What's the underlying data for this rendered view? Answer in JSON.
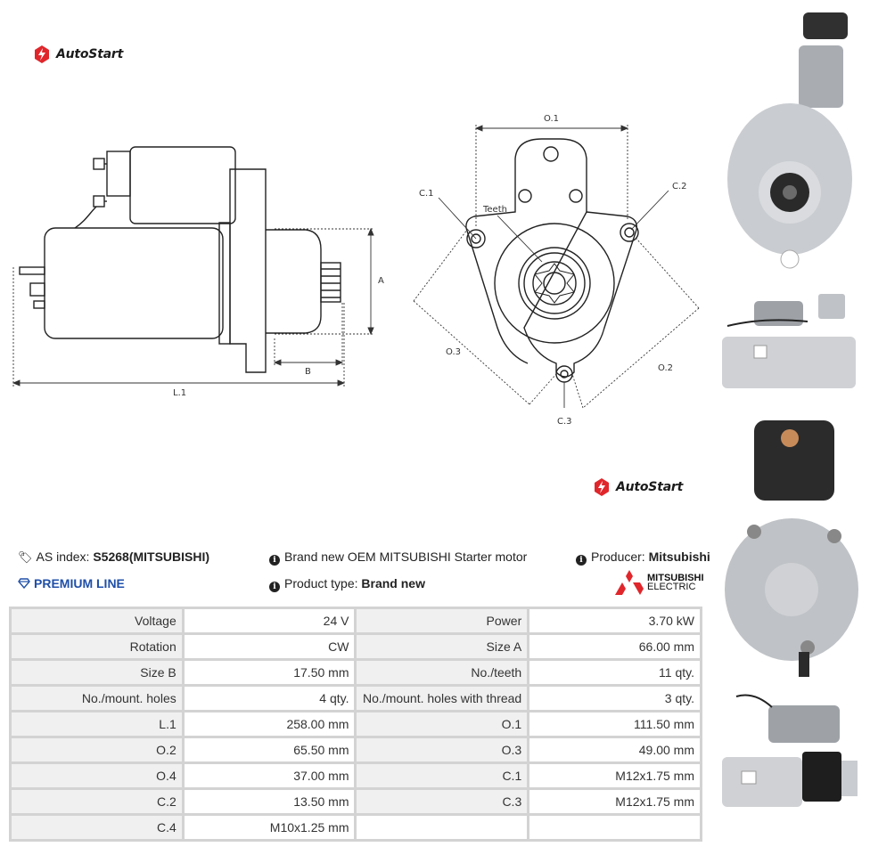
{
  "brand": {
    "logo_text": "AutoStart",
    "logo_text_bottom": "AutoStart"
  },
  "diagram_labels": {
    "a": "A",
    "b": "B",
    "l1": "L.1",
    "o1": "O.1",
    "o2": "O.2",
    "o3": "O.3",
    "c1": "C.1",
    "c2": "C.2",
    "c3": "C.3",
    "teeth": "Teeth"
  },
  "info": {
    "as_index_label": "AS index:",
    "as_index_value": "S5268(MITSUBISHI)",
    "description": "Brand new OEM MITSUBISHI Starter motor",
    "producer_label": "Producer:",
    "producer_value": "Mitsubishi",
    "premium_line": "PREMIUM LINE",
    "product_type_label": "Product type:",
    "product_type_value": "Brand new",
    "mitsubishi_logo_line1": "MITSUBISHI",
    "mitsubishi_logo_line2": "ELECTRIC"
  },
  "specs": [
    [
      "Voltage",
      "24 V",
      "Power",
      "3.70 kW"
    ],
    [
      "Rotation",
      "CW",
      "Size A",
      "66.00 mm"
    ],
    [
      "Size B",
      "17.50 mm",
      "No./teeth",
      "11 qty."
    ],
    [
      "No./mount. holes",
      "4 qty.",
      "No./mount. holes with thread",
      "3 qty."
    ],
    [
      "L.1",
      "258.00 mm",
      "O.1",
      "111.50 mm"
    ],
    [
      "O.2",
      "65.50 mm",
      "O.3",
      "49.00 mm"
    ],
    [
      "O.4",
      "37.00 mm",
      "C.1",
      "M12x1.75 mm"
    ],
    [
      "C.2",
      "13.50 mm",
      "C.3",
      "M12x1.75 mm"
    ],
    [
      "C.4",
      "M10x1.25 mm",
      "",
      ""
    ]
  ],
  "colors": {
    "brand_red": "#e0262b",
    "premium_blue": "#1f4fa8",
    "table_border": "#d3d3d3",
    "label_bg": "#f0f0f0"
  }
}
